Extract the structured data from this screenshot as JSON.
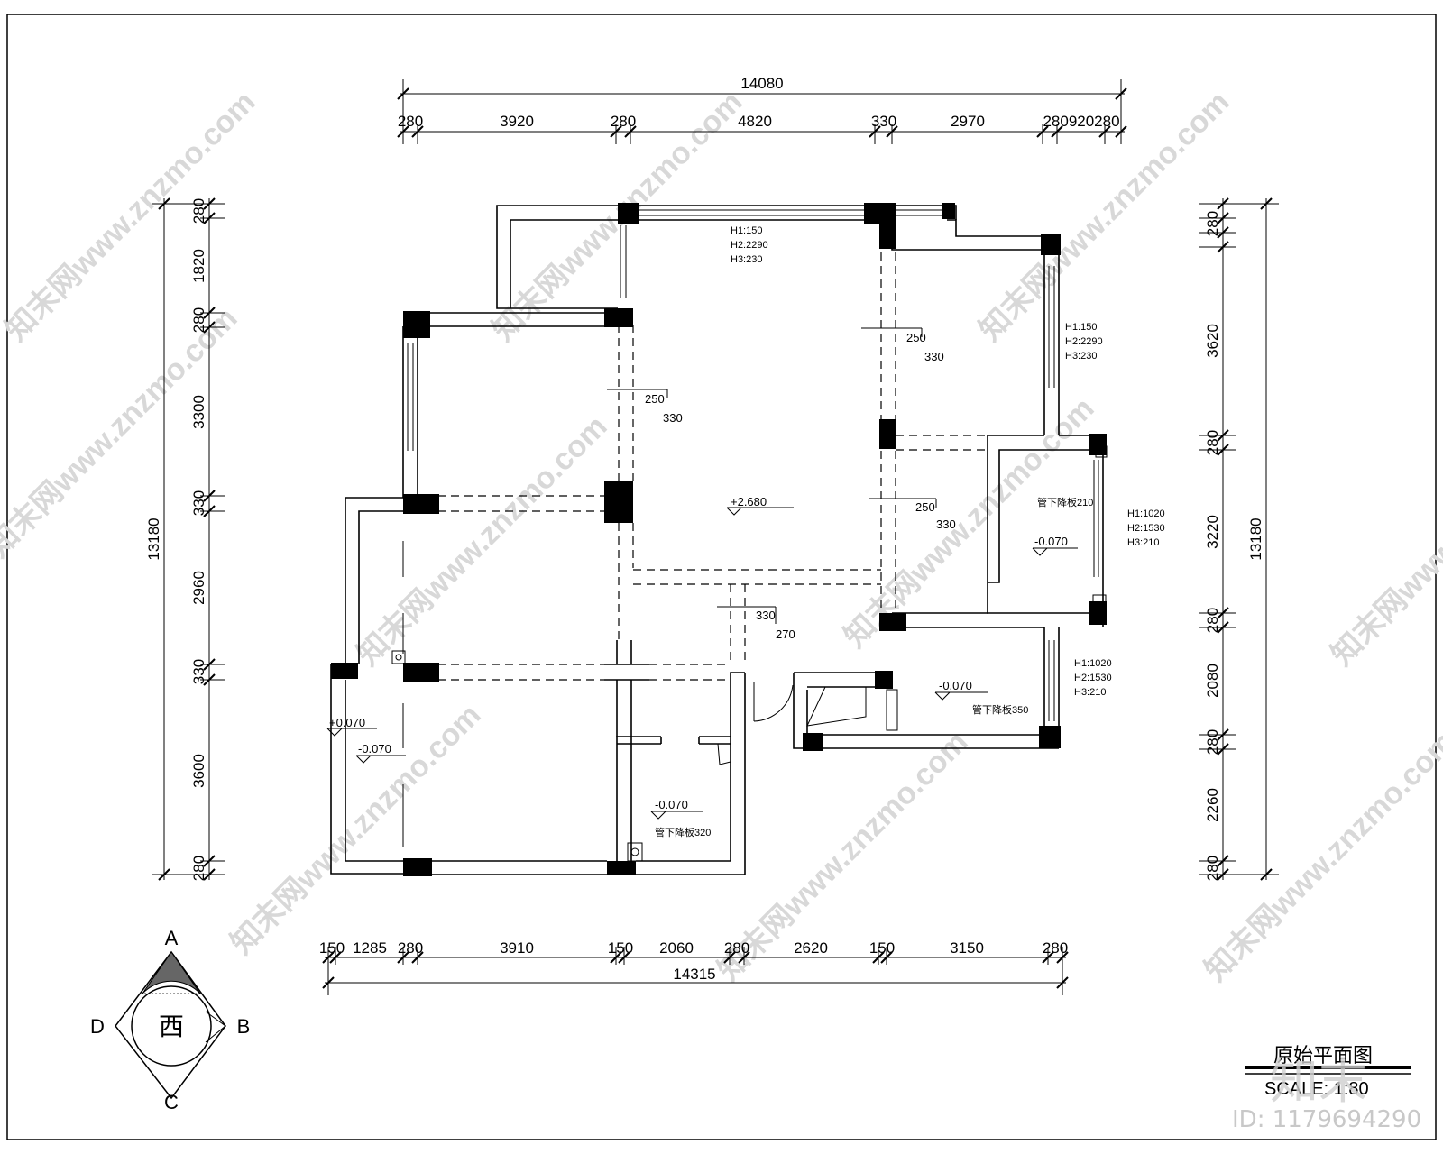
{
  "dimensions": {
    "top_total": "14080",
    "top_segments": [
      "280",
      "3920",
      "280",
      "4820",
      "330",
      "2970",
      "280920280"
    ],
    "bottom_total": "14315",
    "bottom_segments": [
      "150",
      "1285",
      "280",
      "3910",
      "150",
      "2060",
      "280",
      "2620",
      "150",
      "3150",
      "280"
    ],
    "left_total": "13180",
    "left_segments": [
      "280",
      "1820",
      "280",
      "3300",
      "330",
      "2960",
      "330",
      "3600",
      "280"
    ],
    "right_total": "13180",
    "right_segments": [
      "280",
      "3620",
      "280",
      "3220",
      "280",
      "2080",
      "280",
      "2260",
      "280"
    ]
  },
  "window_notes": {
    "top": [
      "H1:150",
      "H2:2290",
      "H3:230"
    ],
    "right_upper": [
      "H1:150",
      "H2:2290",
      "H3:230"
    ],
    "right_middle": [
      "H1:1020",
      "H2:1530",
      "H3:210"
    ],
    "right_lower": [
      "H1:1020",
      "H2:1530",
      "H3:210"
    ]
  },
  "beam_notes": {
    "beam1": [
      "250",
      "330"
    ],
    "beam2": [
      "250",
      "330"
    ],
    "beam3": [
      "250",
      "330"
    ],
    "beam4": [
      "330",
      "270"
    ]
  },
  "levels": {
    "main": "+2.680",
    "bath_right": "-0.070",
    "bath_right_drop": "管下降板210",
    "kitchen": "-0.070",
    "kitchen_drop": "管下降板350",
    "balcony_up": "+0.070",
    "balcony_down": "-0.070",
    "bath_bottom": "-0.070",
    "bath_bottom_drop": "管下降板320"
  },
  "compass": {
    "north": "A",
    "east": "B",
    "south": "C",
    "west": "D",
    "center": "西"
  },
  "title_block": {
    "title": "原始平面图",
    "scale": "SCALE: 1:80"
  },
  "watermark": {
    "text": "知末网www.znzmo.com",
    "logo": "知末",
    "id_text": "ID: 1179694290"
  }
}
